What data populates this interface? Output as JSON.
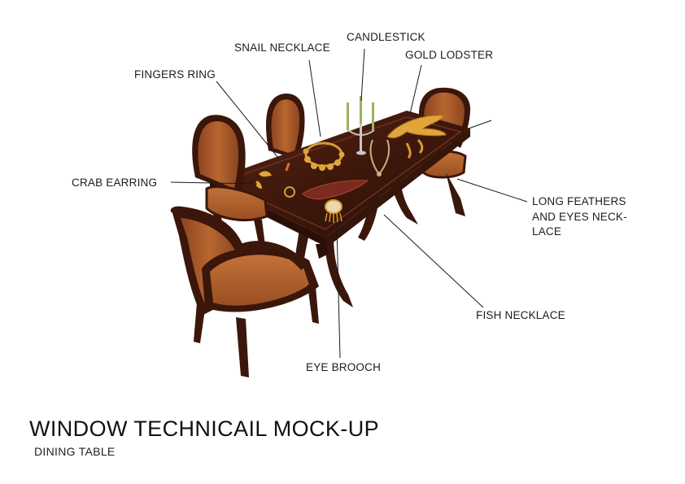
{
  "title": "WINDOW TECHNICAIL MOCK-UP",
  "subtitle": "DINING TABLE",
  "labels": {
    "candlestick": "CANDLESTICK",
    "snail_necklace": "SNAIL NECKLACE",
    "gold_lodster": "GOLD LODSTER",
    "fingers_ring": "FINGERS RING",
    "crab_earring": "CRAB EARRING",
    "long_feathers_1": "LONG FEATHERS",
    "long_feathers_2": "AND EYES NECK-",
    "long_feathers_3": "LACE",
    "fish_necklace": "FISH NECKLACE",
    "eye_brooch": "EYE BROOCH"
  },
  "colors": {
    "wood": "#4a2014",
    "wood_dark": "#2a0f08",
    "upholstery": "#a8582a",
    "upholstery_light": "#c07038",
    "gold": "#d99a2e",
    "leader_line": "#1a1a1a"
  }
}
